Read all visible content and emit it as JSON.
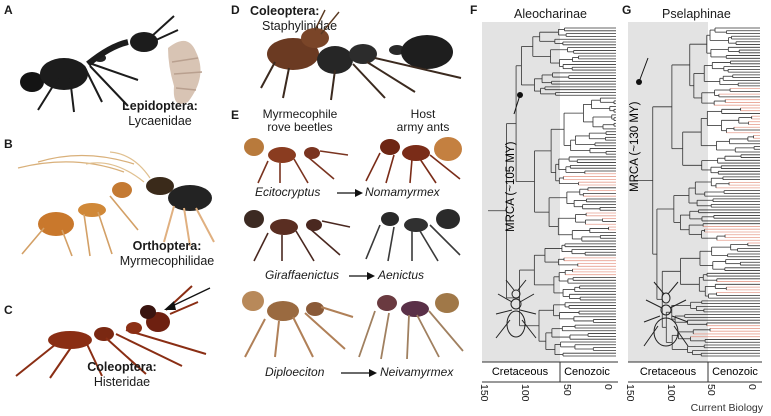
{
  "panels": {
    "A": {
      "letter": "A",
      "order": "Lepidoptera:",
      "family": "Lycaenidae"
    },
    "B": {
      "letter": "B",
      "order": "Orthoptera:",
      "family": "Myrmecophilidae"
    },
    "C": {
      "letter": "C",
      "order": "Coleoptera:",
      "family": "Histeridae"
    },
    "D": {
      "letter": "D",
      "order": "Coleoptera:",
      "family": "Staphylinidae"
    },
    "E": {
      "letter": "E",
      "left_heading": [
        "Myrmecophile",
        "rove beetles"
      ],
      "right_heading": [
        "Host",
        "army ants"
      ],
      "pairs": [
        {
          "beetle": "Ecitocryptus",
          "ant": "Nomamyrmex"
        },
        {
          "beetle": "Giraffaenictus",
          "ant": "Aenictus"
        },
        {
          "beetle": "Diploeciton",
          "ant": "Neivamyrmex"
        }
      ]
    },
    "F": {
      "letter": "F",
      "title": "Aleocharinae",
      "mrca": "MRCA (~105 MY)"
    },
    "G": {
      "letter": "G",
      "title": "Pselaphinae",
      "mrca": "MRCA (~130 MY)"
    }
  },
  "timescale": {
    "periods": [
      "Cretaceous",
      "Cenozoic"
    ],
    "ticks": [
      "150",
      "100",
      "50",
      "0"
    ]
  },
  "colors": {
    "cretaceous_shade": "#e3e3e3",
    "tree_line": "#333333",
    "myrmecophile_branch": "#e8a090"
  },
  "footer": "Current Biology"
}
